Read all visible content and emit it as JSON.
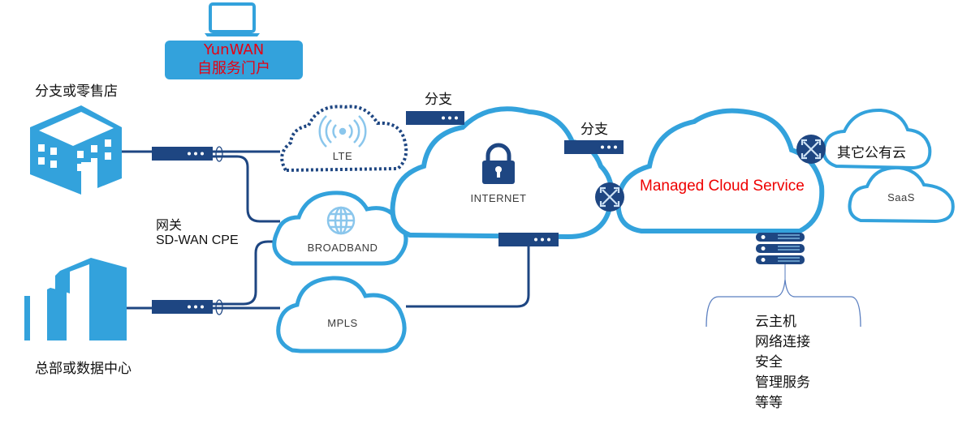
{
  "portal": {
    "line1": "YunWAN",
    "line2": "自服务门户",
    "icon": "laptop-icon"
  },
  "sites": {
    "branch_label": "分支或零售店",
    "hq_label": "总部或数据中心",
    "gateway_label": "网关",
    "cpe_label": "SD-WAN CPE"
  },
  "clouds": {
    "lte": "LTE",
    "broadband": "BROADBAND",
    "mpls": "MPLS",
    "internet": "INTERNET",
    "managed": "Managed Cloud Service",
    "other_public": "其它公有云",
    "saas": "SaaS"
  },
  "branch_devices": {
    "top": "分支",
    "right": "分支"
  },
  "services": {
    "items": [
      "云主机",
      "网络连接",
      "安全",
      "管理服务",
      "等等"
    ]
  },
  "colors": {
    "cloud_stroke": "#33a2dc",
    "device_navy": "#1e4682",
    "building_blue": "#33a2dc",
    "highlight_red": "#e60012"
  }
}
